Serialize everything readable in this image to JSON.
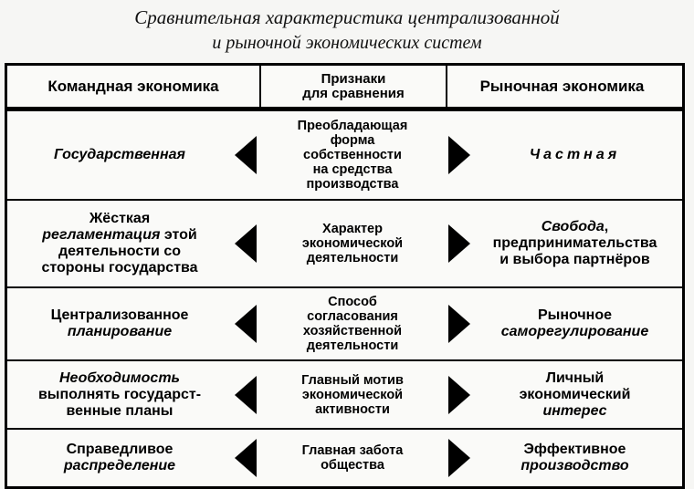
{
  "title": {
    "line1": "Сравнительная характеристика централизованной",
    "line2": "и рыночной экономических систем"
  },
  "table": {
    "headers": {
      "left": "Командная экономика",
      "middle_line1": "Признаки",
      "middle_line2": "для сравнения",
      "right": "Рыночная экономика"
    },
    "rows": [
      {
        "left": {
          "line1_italic": "Государственная"
        },
        "middle": [
          "Преобладающая",
          "форма",
          "собственности",
          "на средства",
          "производства"
        ],
        "right": {
          "line1_italic": "Частная"
        }
      },
      {
        "left": {
          "line1": "Жёсткая",
          "line2_italic": "регламентация",
          "line2_rest": " этой",
          "line3": "деятельности со",
          "line4": "стороны государства"
        },
        "middle": [
          "Характер",
          "экономической",
          "деятельности"
        ],
        "right": {
          "line1_italic": "Свобода",
          "line1_rest": ",",
          "line2": "предпринимательства",
          "line3": "и выбора партнёров"
        }
      },
      {
        "left": {
          "line1": "Централизованное",
          "line2_italic": "планирование"
        },
        "middle": [
          "Способ",
          "согласования",
          "хозяйственной",
          "деятельности"
        ],
        "right": {
          "line1": "Рыночное",
          "line2_italic": "саморегулирование"
        }
      },
      {
        "left": {
          "line1_italic": "Необходимость",
          "line2": "выполнять государст-",
          "line3": "венные планы"
        },
        "middle": [
          "Главный мотив",
          "экономической",
          "активности"
        ],
        "right": {
          "line1": "Личный",
          "line2": "экономический",
          "line3_italic": "интерес"
        }
      },
      {
        "left": {
          "line1": "Справедливое",
          "line2_italic": "распределение"
        },
        "middle": [
          "Главная забота",
          "общества"
        ],
        "right": {
          "line1": "Эффективное",
          "line2_italic": "производство"
        }
      }
    ],
    "arrow_icons": {
      "left": "triangle-left-icon",
      "right": "triangle-right-icon"
    }
  }
}
